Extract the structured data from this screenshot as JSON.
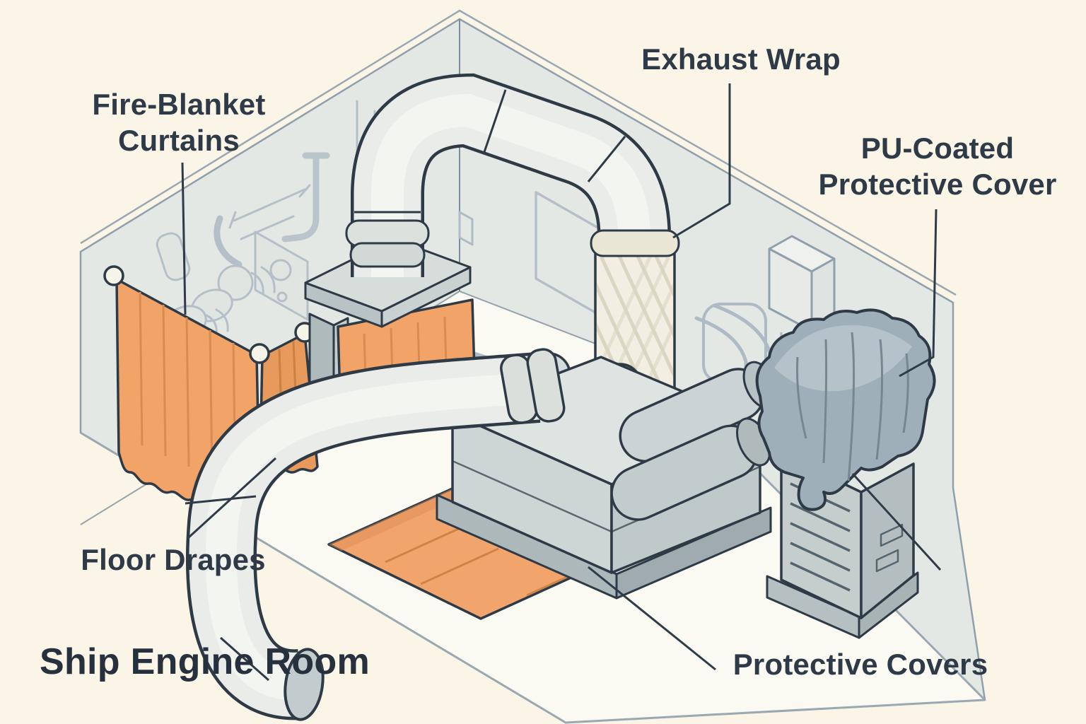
{
  "diagram": {
    "title": "Ship Engine Room",
    "labels": {
      "fire_blanket_curtains": "Fire-Blanket Curtains",
      "exhaust_wrap": "Exhaust Wrap",
      "pu_coated_protective_cover": "PU-Coated Protective Cover",
      "floor_drapes": "Floor Drapes",
      "protective_covers": "Protective Covers"
    },
    "colors": {
      "background": "#FAF5E6",
      "label_text": "#2E3A48",
      "title_text": "#27313D",
      "dark_outline": "#2E3A46",
      "wall_gray": "#E4E8E4",
      "floor_white": "#FBFAF2",
      "edge_blue_gray": "#9AA8B2",
      "curtain_orange": "#F2A468",
      "curtain_pleat": "#D88C50",
      "mat_orange": "#F1A56C",
      "pipe_gray": "#E9ECE8",
      "exhaust_wrap_cream": "#F2EFE2",
      "pu_cover_blue_gray": "#9FAFBA",
      "machinery_faint": "#A9B6C1"
    }
  }
}
